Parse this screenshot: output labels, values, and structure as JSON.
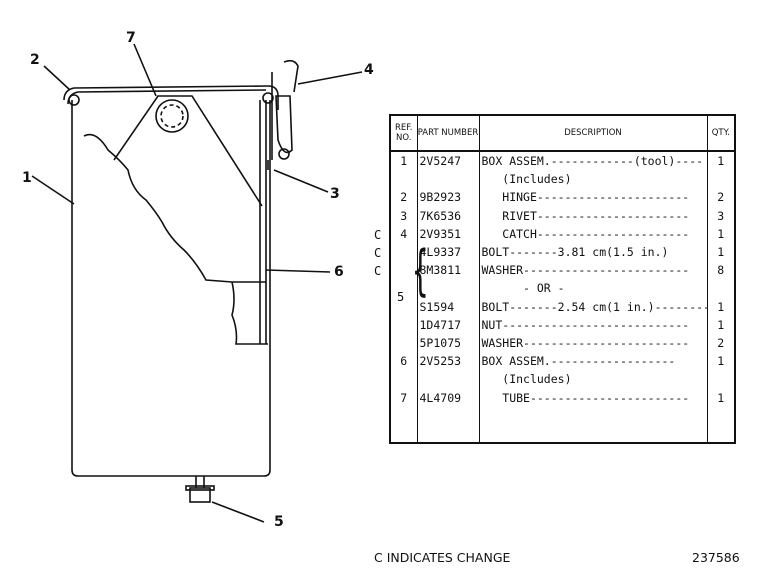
{
  "callouts": [
    "1",
    "2",
    "3",
    "4",
    "5",
    "6",
    "7"
  ],
  "table": {
    "headers": {
      "ref": "REF. NO.",
      "part": "PART NUMBER",
      "desc": "DESCRIPTION",
      "qty": "QTY."
    },
    "rows": [
      {
        "ref": "1",
        "part": "2V5247",
        "desc": "BOX ASSEM.------------(tool)----",
        "qty": "1"
      },
      {
        "ref": "",
        "part": "",
        "desc": "   (Includes)",
        "qty": ""
      },
      {
        "ref": "2",
        "part": "9B2923",
        "desc": "   HINGE----------------------",
        "qty": "2"
      },
      {
        "ref": "3",
        "part": "7K6536",
        "desc": "   RIVET----------------------",
        "qty": "3"
      },
      {
        "ref": "4",
        "part": "2V9351",
        "desc": "   CATCH----------------------",
        "qty": "1"
      },
      {
        "ref": "",
        "part": "4L9337",
        "desc": "BOLT-------3.81 cm(1.5 in.)",
        "qty": "1"
      },
      {
        "ref": "",
        "part": "8M3811",
        "desc": "WASHER------------------------",
        "qty": "8"
      },
      {
        "ref": "",
        "part": "",
        "desc": "      - OR -",
        "qty": ""
      },
      {
        "ref": "",
        "part": "S1594",
        "desc": "BOLT-------2.54 cm(1 in.)--------",
        "qty": "1"
      },
      {
        "ref": "",
        "part": "1D4717",
        "desc": "NUT---------------------------",
        "qty": "1"
      },
      {
        "ref": "",
        "part": "5P1075",
        "desc": "WASHER------------------------",
        "qty": "2"
      },
      {
        "ref": "6",
        "part": "2V5253",
        "desc": "BOX ASSEM.------------------",
        "qty": "1"
      },
      {
        "ref": "",
        "part": "",
        "desc": "   (Includes)",
        "qty": ""
      },
      {
        "ref": "7",
        "part": "4L4709",
        "desc": "   TUBE-----------------------",
        "qty": "1"
      }
    ],
    "change_marks": [
      "C",
      "C",
      "C"
    ],
    "group_ref": "5"
  },
  "footer": {
    "note": "C INDICATES CHANGE",
    "drawing_number": "237586"
  }
}
